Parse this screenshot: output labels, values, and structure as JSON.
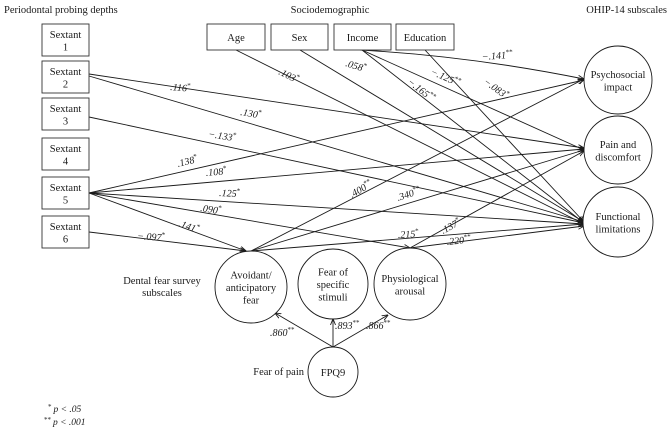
{
  "group_titles": {
    "periodontal": "Periodontal probing depths",
    "sociodemographic": "Sociodemographic",
    "ohip": "OHIP-14 subscales",
    "dental_fear": [
      "Dental fear survey",
      "subscales"
    ],
    "fear_of_pain": "Fear of pain"
  },
  "nodes": {
    "s1": [
      "Sextant",
      "1"
    ],
    "s2": [
      "Sextant",
      "2"
    ],
    "s3": [
      "Sextant",
      "3"
    ],
    "s4": [
      "Sextant",
      "4"
    ],
    "s5": [
      "Sextant",
      "5"
    ],
    "s6": [
      "Sextant",
      "6"
    ],
    "age": [
      "Age"
    ],
    "sex": [
      "Sex"
    ],
    "income": [
      "Income"
    ],
    "education": [
      "Education"
    ],
    "psych": [
      "Psychosocial",
      "impact"
    ],
    "pain": [
      "Pain and",
      "discomfort"
    ],
    "func": [
      "Functional",
      "limitations"
    ],
    "avoid": [
      "Avoidant/",
      "anticipatory",
      "fear"
    ],
    "specific": [
      "Fear of",
      "specific",
      "stimuli"
    ],
    "physio": [
      "Physiological",
      "arousal"
    ],
    "fpq9": [
      "FPQ9"
    ]
  },
  "edges": [
    {
      "from": "s2",
      "to": "pain",
      "coef": ".116",
      "sig": "*"
    },
    {
      "from": "s2",
      "to": "func",
      "coef": ".130",
      "sig": "*"
    },
    {
      "from": "s3",
      "to": "func",
      "coef": "−.133",
      "sig": "*"
    },
    {
      "from": "s5",
      "to": "psych",
      "coef": ".138",
      "sig": "*"
    },
    {
      "from": "s5",
      "to": "pain",
      "coef": ".108",
      "sig": "*"
    },
    {
      "from": "s5",
      "to": "func",
      "coef": ".125",
      "sig": "*"
    },
    {
      "from": "s5",
      "to": "physio",
      "coef": ".090",
      "sig": "*"
    },
    {
      "from": "s5",
      "to": "avoid",
      "coef": ".141",
      "sig": "*"
    },
    {
      "from": "s6",
      "to": "avoid",
      "coef": "−.097",
      "sig": "*"
    },
    {
      "from": "age",
      "to": "func",
      "coef": ".103",
      "sig": "*"
    },
    {
      "from": "sex",
      "to": "func",
      "coef": ".058",
      "sig": "*"
    },
    {
      "from": "income",
      "to": "psych",
      "coef": "−.141",
      "sig": "**"
    },
    {
      "from": "income",
      "to": "pain",
      "coef": "−.125",
      "sig": "**"
    },
    {
      "from": "income",
      "to": "func",
      "coef": "−.165",
      "sig": "**"
    },
    {
      "from": "education",
      "to": "func",
      "coef": "−.083",
      "sig": "*"
    },
    {
      "from": "avoid",
      "to": "psych",
      "coef": ".400",
      "sig": "**"
    },
    {
      "from": "avoid",
      "to": "pain",
      "coef": ".340",
      "sig": "**"
    },
    {
      "from": "avoid",
      "to": "func",
      "coef": ".215",
      "sig": "*"
    },
    {
      "from": "physio",
      "to": "pain",
      "coef": ".137",
      "sig": "*"
    },
    {
      "from": "physio",
      "to": "func",
      "coef": ".220",
      "sig": "**"
    },
    {
      "from": "fpq9",
      "to": "avoid",
      "coef": ".860",
      "sig": "**"
    },
    {
      "from": "fpq9",
      "to": "specific",
      "coef": ".893",
      "sig": "**"
    },
    {
      "from": "fpq9",
      "to": "physio",
      "coef": ".866",
      "sig": "**"
    }
  ],
  "legend": [
    {
      "mark": "*",
      "text": "p < .05"
    },
    {
      "mark": "**",
      "text": "p < .001"
    }
  ]
}
